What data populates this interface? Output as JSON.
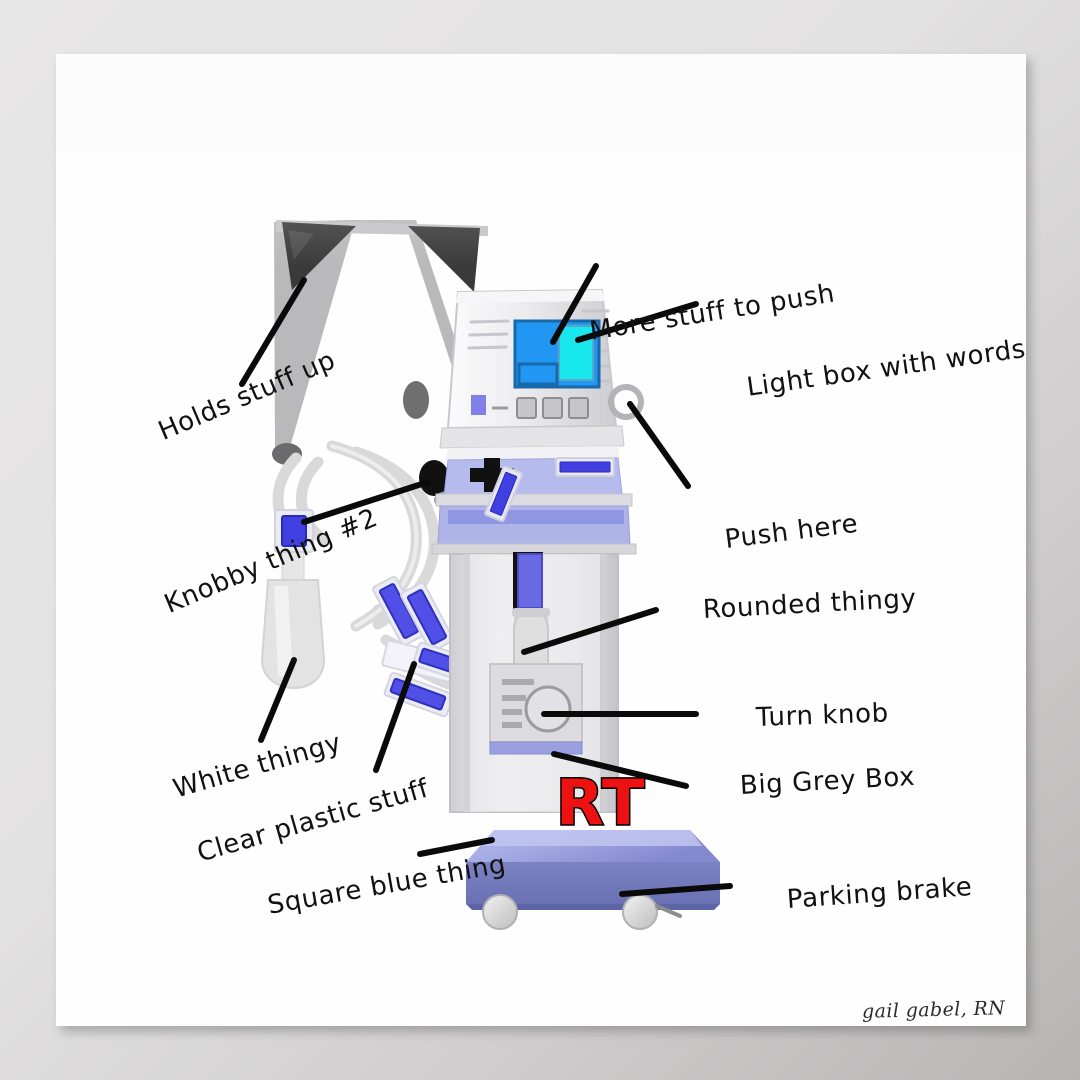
{
  "poster": {
    "background_color": "#e4e3e3",
    "sheet_color": "#fefefe",
    "signature": "gail gabel, RN",
    "badge_text": "RT",
    "badge_color": "#ee1111",
    "badge_outline_color": "#000000"
  },
  "labels": [
    {
      "id": "holds",
      "text": "Holds stuff up"
    },
    {
      "id": "knobby",
      "text": "Knobby thing #2"
    },
    {
      "id": "white",
      "text": "White thingy"
    },
    {
      "id": "clear",
      "text": "Clear plastic stuff"
    },
    {
      "id": "square",
      "text": "Square blue thing"
    },
    {
      "id": "more",
      "text": "More stuff to push"
    },
    {
      "id": "lightbox",
      "text": "Light box with words"
    },
    {
      "id": "push",
      "text": "Push here"
    },
    {
      "id": "rounded",
      "text": "Rounded thingy"
    },
    {
      "id": "turn",
      "text": "Turn knob"
    },
    {
      "id": "big",
      "text": "Big Grey Box"
    },
    {
      "id": "parking",
      "text": "Parking brake"
    }
  ],
  "colors": {
    "machine_body": "#e9e9ea",
    "machine_shade": "#c9c9cc",
    "screen_blue": "#2196f3",
    "screen_cyan": "#18e8ee",
    "accent_periwinkle": "#9aa0e6",
    "base_blue": "#6a72b4",
    "tube_grey": "#d8d8d8",
    "connector_blue": "#4040e0",
    "ink": "#111111"
  }
}
